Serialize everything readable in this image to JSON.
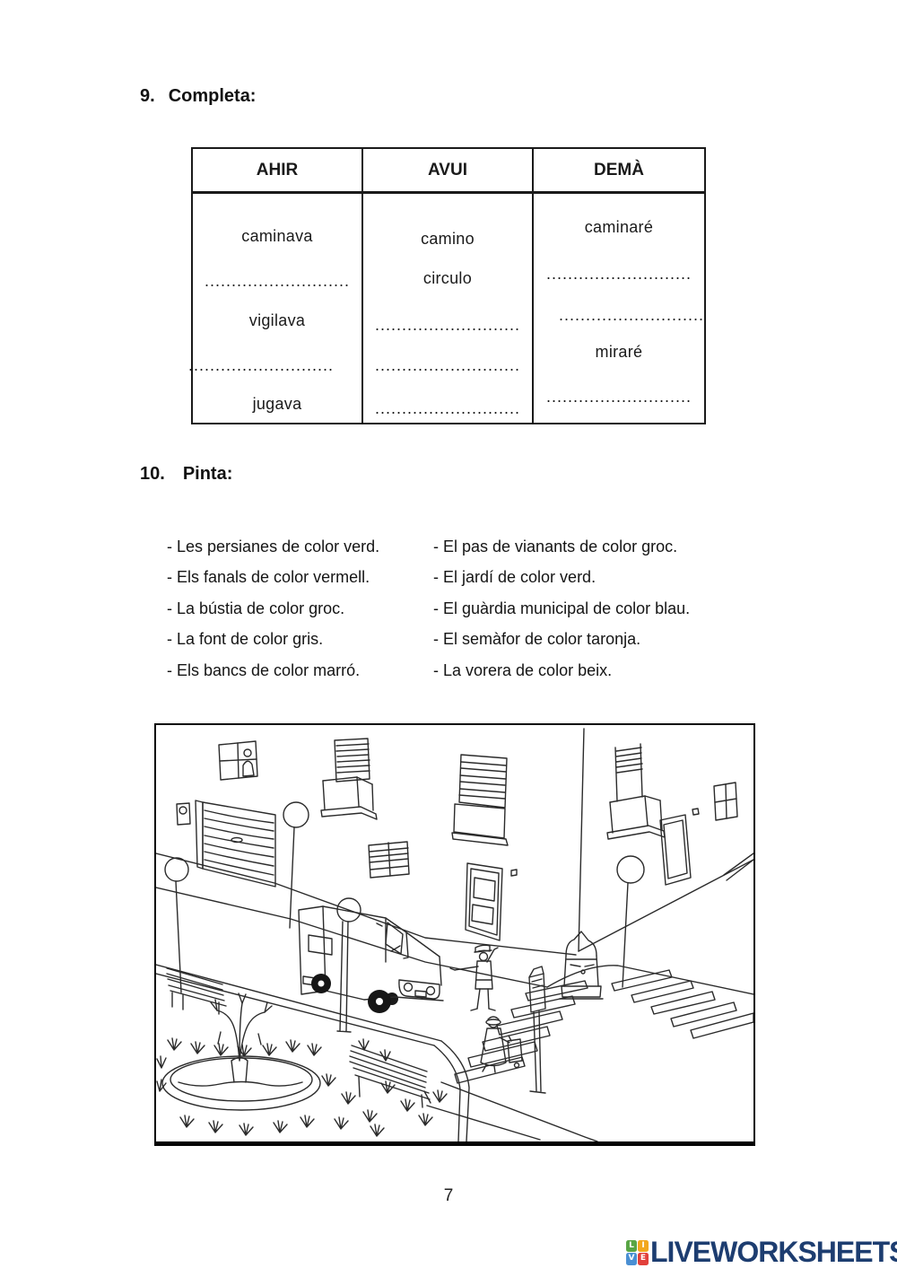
{
  "exercise9": {
    "number": "9.",
    "title": "Completa:",
    "table": {
      "headers": [
        "AHIR",
        "AVUI",
        "DEMÀ"
      ],
      "col_ahir": [
        "caminava",
        "...........................",
        "vigilava",
        "...........................",
        "jugava"
      ],
      "col_avui": [
        "camino",
        "circulo",
        "...........................",
        "...........................",
        "..........................."
      ],
      "col_dema": [
        "caminaré",
        "...........................",
        "...........................",
        "miraré",
        "..........................."
      ]
    }
  },
  "exercise10": {
    "number": "10.",
    "title": "Pinta:",
    "left": [
      "- Les persianes de color verd.",
      "- Els fanals de color vermell.",
      "- La bústia de color groc.",
      "- La font de color gris.",
      "- Els bancs de color marró."
    ],
    "right": [
      "- El pas de vianants de color groc.",
      "- El jardí de color verd.",
      "- El guàrdia municipal de color blau.",
      "- El semàfor de color taronja.",
      "- La vorera de color beix."
    ]
  },
  "footer": {
    "page_number": "7",
    "logo": {
      "text": "LIVEWORKSHEETS",
      "tiles": [
        "L",
        "I",
        "V",
        "E"
      ],
      "tile_colors": [
        "#58a544",
        "#f2a71d",
        "#4a8fd3",
        "#e2403b"
      ],
      "text_color": "#1d3d70"
    }
  }
}
